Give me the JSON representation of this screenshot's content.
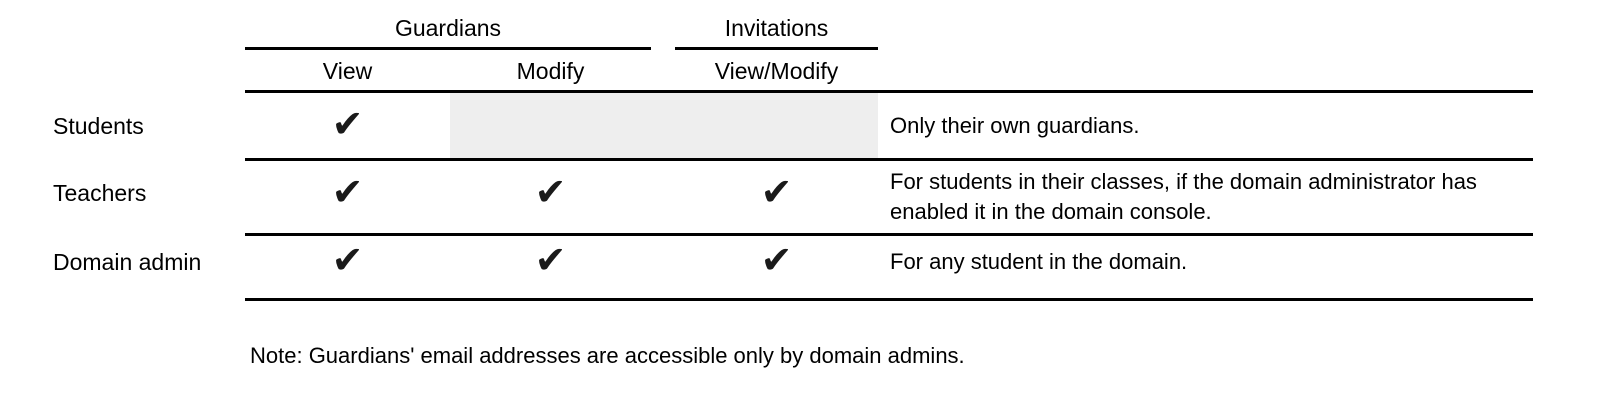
{
  "table": {
    "column_groups": [
      {
        "label": "Guardians",
        "spans": [
          "View",
          "Modify"
        ]
      },
      {
        "label": "Invitations",
        "spans": [
          "View/Modify"
        ]
      }
    ],
    "columns": [
      "View",
      "Modify",
      "View/Modify"
    ],
    "rows": [
      {
        "label": "Students",
        "cells": [
          "✔",
          "",
          ""
        ],
        "merged_disabled_cell": true,
        "note": "Only their own guardians."
      },
      {
        "label": "Teachers",
        "cells": [
          "✔",
          "✔",
          "✔"
        ],
        "merged_disabled_cell": false,
        "note": "For students in their classes, if the domain administrator has enabled it in the domain console."
      },
      {
        "label": "Domain admin",
        "cells": [
          "✔",
          "✔",
          "✔"
        ],
        "merged_disabled_cell": false,
        "note": "For any student in the domain."
      }
    ],
    "footnote": "Note: Guardians' email addresses are accessible only by domain admins."
  },
  "icons": {
    "check": "✔"
  },
  "colors": {
    "text": "#000000",
    "rule": "#000000",
    "check": "#1a1a1a",
    "disabled_cell": "#eeeeee",
    "background": "#ffffff"
  }
}
